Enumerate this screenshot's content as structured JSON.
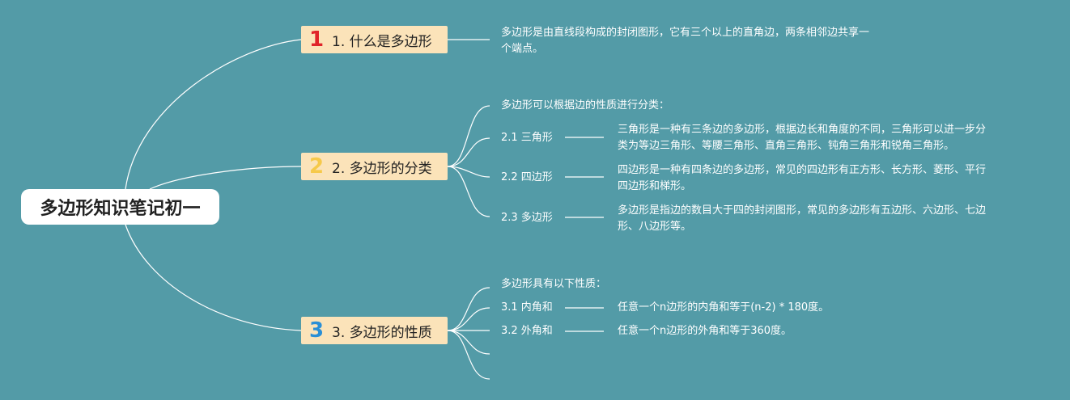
{
  "root": {
    "title": "多边形知识笔记初一"
  },
  "colors": {
    "background": "#539ba7",
    "branch_fill": "#fbe3b9",
    "link": "#ffffff",
    "num1": "#e0242a",
    "num2": "#f6c94a",
    "num3": "#2a8fd6"
  },
  "branches": [
    {
      "number": "1",
      "label": "1. 什么是多边形",
      "text": [
        "多边形是由直线段构成的封闭图形，它有三个以上的直角边，两条相邻边共享一",
        "个端点。"
      ]
    },
    {
      "number": "2",
      "label": "2. 多边形的分类",
      "intro": "多边形可以根据边的性质进行分类：",
      "items": [
        {
          "label": "2.1 三角形",
          "text": [
            "三角形是一种有三条边的多边形，根据边长和角度的不同，三角形可以进一步分",
            "类为等边三角形、等腰三角形、直角三角形、钝角三角形和锐角三角形。"
          ]
        },
        {
          "label": "2.2 四边形",
          "text": [
            "四边形是一种有四条边的多边形，常见的四边形有正方形、长方形、菱形、平行",
            "四边形和梯形。"
          ]
        },
        {
          "label": "2.3 多边形",
          "text": [
            "多边形是指边的数目大于四的封闭图形，常见的多边形有五边形、六边形、七边",
            "形、八边形等。"
          ]
        }
      ]
    },
    {
      "number": "3",
      "label": "3. 多边形的性质",
      "intro": "多边形具有以下性质：",
      "items": [
        {
          "label": "3.1 内角和",
          "text": [
            "任意一个n边形的内角和等于(n-2) * 180度。"
          ]
        },
        {
          "label": "3.2 外角和",
          "text": [
            "任意一个n边形的外角和等于360度。"
          ]
        }
      ]
    }
  ]
}
